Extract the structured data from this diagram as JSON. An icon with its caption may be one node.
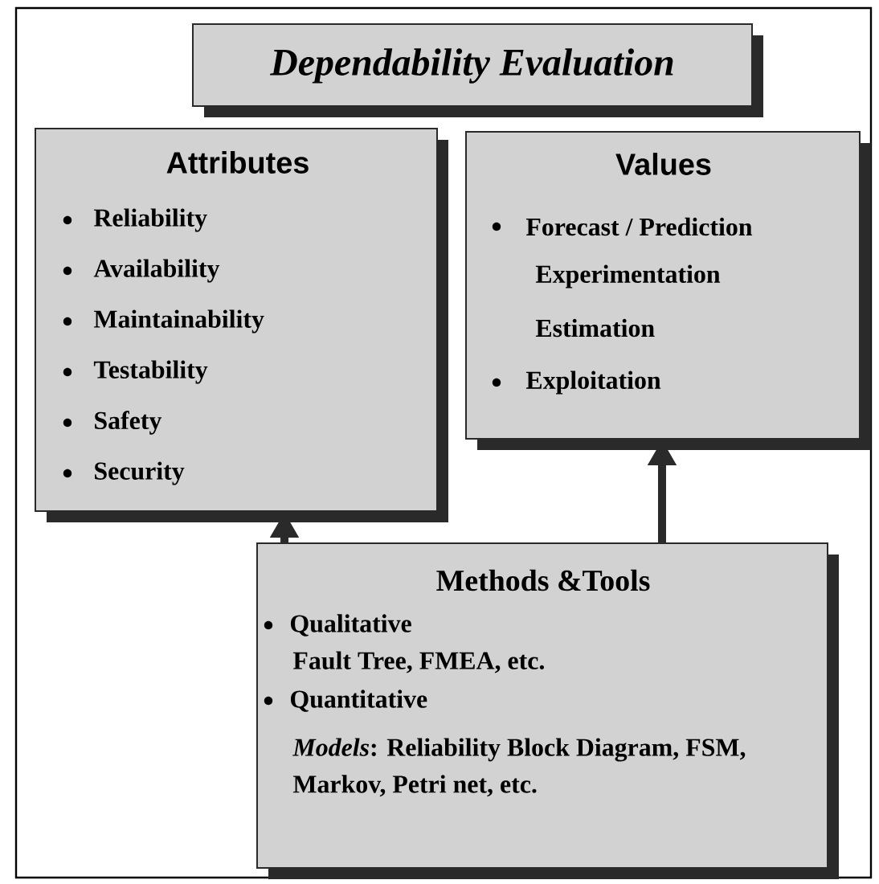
{
  "diagram": {
    "nodes": [
      {
        "text": [
          "Dependability Evaluation"
        ]
      },
      {
        "text": [
          "Attributes",
          "Reliability",
          "Availability",
          "Maintainability",
          "Testability",
          "Safety",
          "Security"
        ]
      },
      {
        "text": [
          "Values",
          "Forecast / Prediction",
          "Experimentation",
          "Estimation",
          "Exploitation"
        ]
      },
      {
        "text": [
          "Methods &Tools",
          "Qualitative",
          "Fault Tree, FMEA, etc.",
          "Quantitative",
          "*Models*: Reliability Block Diagram, FSM, Markov, Petri net, etc."
        ]
      }
    ],
    "edges": [
      {
        "from": 3,
        "to": 1,
        "arrow": "to"
      },
      {
        "from": 3,
        "to": 2,
        "arrow": "to"
      }
    ]
  }
}
